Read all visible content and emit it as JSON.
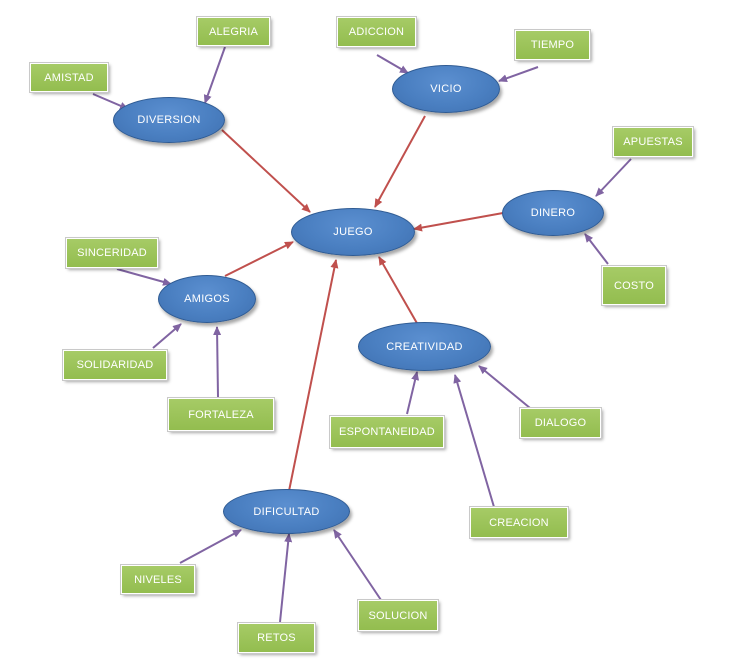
{
  "colors": {
    "ellipse_fill": "#4a7fc1",
    "box_fill": "#9bc356",
    "red_arrow": "#c0504d",
    "purple_arrow": "#8064a2"
  },
  "nodes": {
    "juego": "JUEGO",
    "diversion": "DIVERSION",
    "vicio": "VICIO",
    "dinero": "DINERO",
    "amigos": "AMIGOS",
    "creatividad": "CREATIVIDAD",
    "dificultad": "DIFICULTAD",
    "alegria": "ALEGRIA",
    "amistad": "AMISTAD",
    "adiccion": "ADICCION",
    "tiempo": "TIEMPO",
    "apuestas": "APUESTAS",
    "costo": "COSTO",
    "sinceridad": "SINCERIDAD",
    "solidaridad": "SOLIDARIDAD",
    "fortaleza": "FORTALEZA",
    "espontaneidad": "ESPONTANEIDAD",
    "dialogo": "DIALOGO",
    "creacion": "CREACION",
    "niveles": "NIVELES",
    "retos": "RETOS",
    "solucion": "SOLUCION"
  }
}
